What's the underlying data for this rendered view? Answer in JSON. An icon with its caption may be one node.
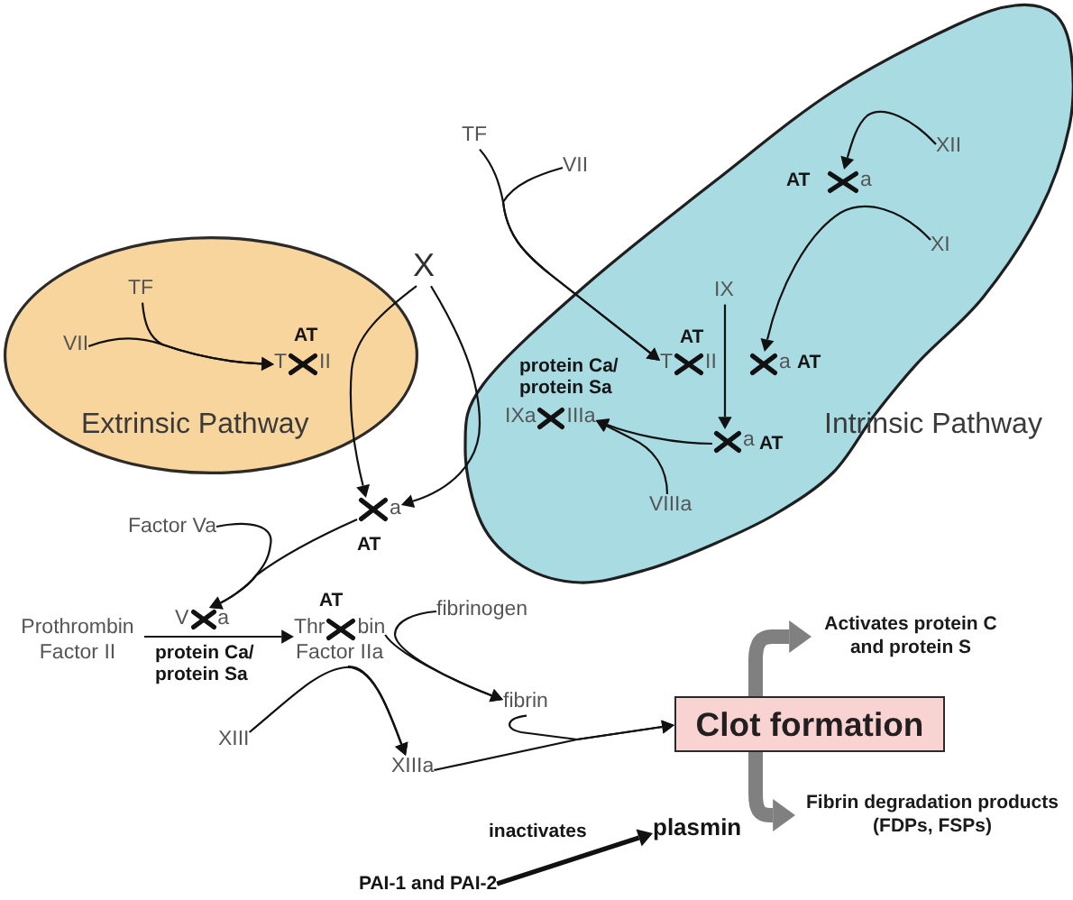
{
  "diagram": {
    "nodes": [
      {
        "text": [
          "Extrinsic Pathway"
        ]
      },
      {
        "text": [
          "TF"
        ],
        "in": 0
      },
      {
        "text": [
          "VII"
        ],
        "in": 0
      },
      {
        "text": [
          "T",
          "II"
        ],
        "in": 0,
        "beside": [
          "AT"
        ]
      },
      {
        "text": [
          "Intrinsic Pathway"
        ]
      },
      {
        "text": [
          "TF"
        ]
      },
      {
        "text": [
          "VII"
        ]
      },
      {
        "text": [
          "XII"
        ],
        "in": 4
      },
      {
        "text": [
          "a"
        ],
        "in": 4,
        "beside": [
          "AT"
        ]
      },
      {
        "text": [
          "XI"
        ],
        "in": 4
      },
      {
        "text": [
          "IX"
        ],
        "in": 4
      },
      {
        "text": [
          "T",
          "II"
        ],
        "in": 4,
        "beside": [
          "AT"
        ]
      },
      {
        "text": [
          "a"
        ],
        "in": 4,
        "beside": [
          "AT"
        ]
      },
      {
        "text": [
          "IXa",
          "IIIa"
        ],
        "in": 4,
        "beside": [
          "protein Ca/ protein Sa"
        ]
      },
      {
        "text": [
          "a"
        ],
        "in": 4,
        "beside": [
          "AT"
        ]
      },
      {
        "text": [
          "VIIIa"
        ],
        "in": 4
      },
      {
        "text": [
          "X"
        ]
      },
      {
        "text": [
          "a"
        ],
        "beside": [
          "AT"
        ]
      },
      {
        "text": [
          "Factor Va"
        ]
      },
      {
        "text": [
          "Prothrombin Factor II"
        ]
      },
      {
        "text": [
          "V",
          "a"
        ],
        "beside": [
          "protein Ca/ protein Sa"
        ]
      },
      {
        "text": [
          "Thr",
          "bin",
          "Factor IIa"
        ],
        "beside": [
          "AT"
        ]
      },
      {
        "text": [
          "fibrinogen"
        ]
      },
      {
        "text": [
          "fibrin"
        ]
      },
      {
        "text": [
          "XIII"
        ]
      },
      {
        "text": [
          "XIIIa"
        ]
      },
      {
        "text": [
          "Clot formation"
        ]
      },
      {
        "text": [
          "Activates protein C and protein S"
        ]
      },
      {
        "text": [
          "Fibrin degradation products (FDPs, FSPs)"
        ]
      },
      {
        "text": [
          "plasmin"
        ]
      },
      {
        "text": [
          "PAI-1 and PAI-2"
        ]
      }
    ],
    "edges": [
      {
        "from": 1,
        "to": 3,
        "arrow": "to"
      },
      {
        "from": 2,
        "to": 3,
        "arrow": "to"
      },
      {
        "from": 5,
        "to": 11,
        "arrow": "to"
      },
      {
        "from": 6,
        "to": 11,
        "arrow": "to"
      },
      {
        "from": 7,
        "to": 8,
        "arrow": "to"
      },
      {
        "from": 9,
        "to": 12,
        "arrow": "to"
      },
      {
        "from": 10,
        "to": 14,
        "arrow": "to"
      },
      {
        "from": 14,
        "to": 13,
        "arrow": "to"
      },
      {
        "from": 15,
        "to": 13,
        "arrow": "to"
      },
      {
        "from": 16,
        "to": 17,
        "arrow": "to"
      },
      {
        "from": 16,
        "to": 17,
        "arrow": "to"
      },
      {
        "from": 18,
        "to": 20,
        "arrow": "to"
      },
      {
        "from": 17,
        "to": 20,
        "arrow": "to"
      },
      {
        "from": 19,
        "to": 21,
        "arrow": "to"
      },
      {
        "from": 22,
        "to": 23,
        "arrow": "to"
      },
      {
        "from": 21,
        "to": 23,
        "arrow": "to"
      },
      {
        "from": 24,
        "to": 25,
        "arrow": "to"
      },
      {
        "from": 21,
        "to": 25,
        "arrow": "to"
      },
      {
        "from": 23,
        "to": 26,
        "arrow": "to"
      },
      {
        "from": 25,
        "to": 26,
        "arrow": "to"
      },
      {
        "from": 26,
        "to": 27,
        "arrow": "to",
        "style": "thick",
        "color": "#808080"
      },
      {
        "from": 26,
        "to": 28,
        "arrow": "to",
        "style": "thick",
        "color": "#808080"
      },
      {
        "from": 30,
        "to": 29,
        "arrow": "to",
        "style": "thick",
        "label": "inactivates"
      }
    ]
  }
}
